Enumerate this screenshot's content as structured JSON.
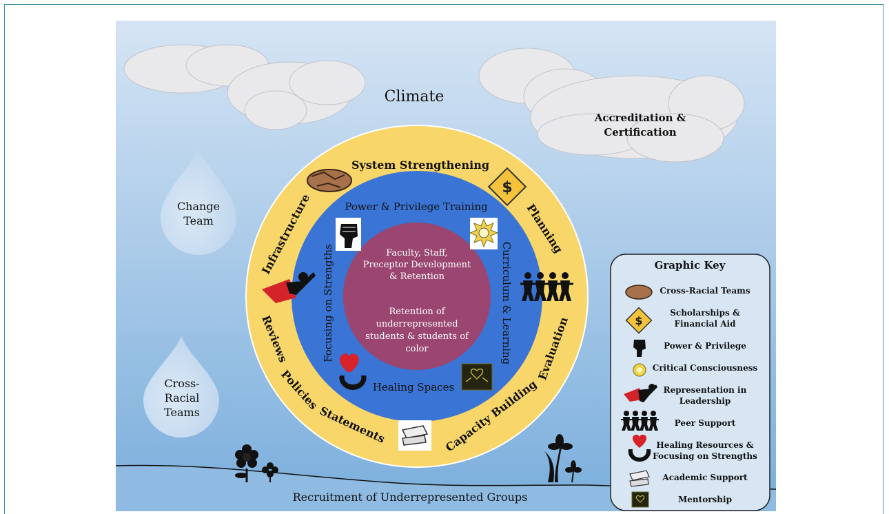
{
  "climate_label": "Climate",
  "accreditation": {
    "line1": "Accreditation &",
    "line2": "Certification"
  },
  "drops": {
    "change_team": {
      "line1": "Change",
      "line2": "Team"
    },
    "cross_racial": {
      "line1": "Cross-",
      "line2": "Racial",
      "line3": "Teams"
    }
  },
  "outer_ring": {
    "system_strengthening": "System Strengthening",
    "infrastructure": "Infrastructure",
    "planning": "Planning",
    "reviews": "Reviews",
    "policies": "Policies",
    "statements": "Statements",
    "capacity_building": "Capacity Building",
    "evaluation": "Evaluation"
  },
  "inner_ring": {
    "power_privilege": "Power & Privilege Training",
    "focusing_strengths": "Focusing on Strengths",
    "curriculum_learning": "Curriculum & Learning",
    "healing_spaces": "Healing Spaces"
  },
  "center": {
    "line1": "Faculty, Staff,",
    "line2": "Preceptor Development",
    "line3": "& Retention",
    "line4": "Retention of",
    "line5": "underrepresented",
    "line6": "students & students of",
    "line7": "color"
  },
  "ground_label": "Recruitment of Underrepresented Groups",
  "key": {
    "title": "Graphic Key",
    "items": [
      {
        "icon": "handshake-icon",
        "line1": "Cross-Racial Teams",
        "line2": ""
      },
      {
        "icon": "dollar-sign-icon",
        "line1": "Scholarships &",
        "line2": "Financial Aid"
      },
      {
        "icon": "raised-fist-icon",
        "line1": "Power & Privilege",
        "line2": ""
      },
      {
        "icon": "lightbulb-icon",
        "line1": "Critical Consciousness",
        "line2": ""
      },
      {
        "icon": "superhero-icon",
        "line1": "Representation in",
        "line2": "Leadership"
      },
      {
        "icon": "people-chain-icon",
        "line1": "Peer Support",
        "line2": ""
      },
      {
        "icon": "heart-hands-icon",
        "line1": "Healing Resources &",
        "line2": "Focusing on Strengths"
      },
      {
        "icon": "books-icon",
        "line1": "Academic Support",
        "line2": ""
      },
      {
        "icon": "mentorship-icon",
        "line1": "Mentorship",
        "line2": ""
      }
    ]
  },
  "colors": {
    "sky_top": "#cfe0f2",
    "sky_bottom": "#7fb0dc",
    "outer_ring": "#f8d66a",
    "inner_ring": "#3a74d4",
    "center": "#9a4670",
    "drop": "#c9def1",
    "cloud": "#e8e8ea"
  }
}
